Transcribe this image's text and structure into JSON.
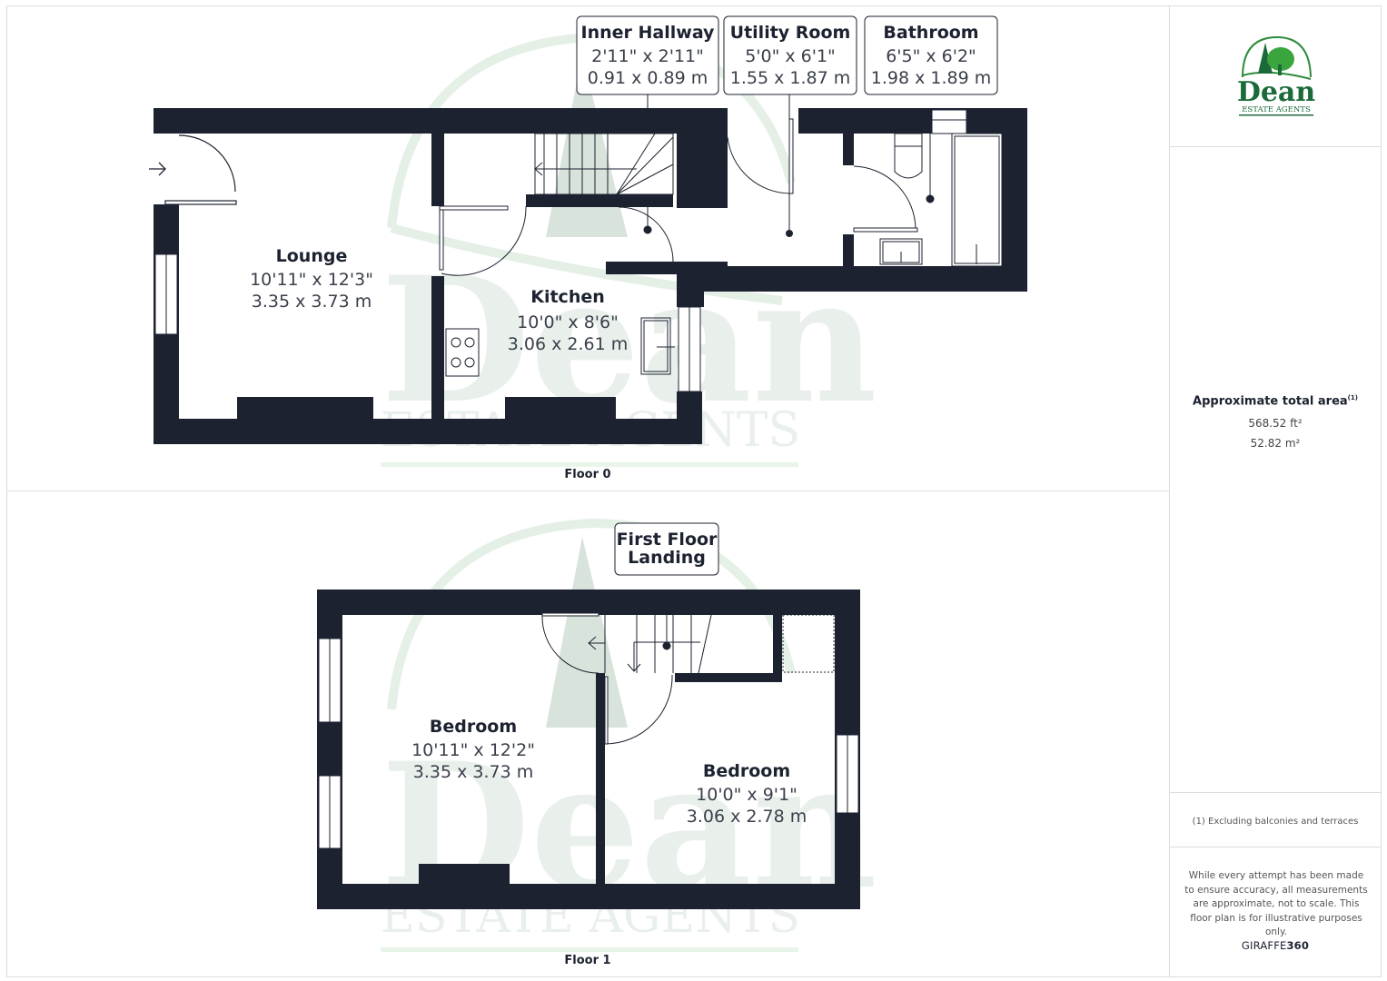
{
  "brand": {
    "name": "Dean",
    "tagline": "ESTATE AGENTS",
    "primary_color": "#1b6b3a",
    "accent_color": "#3aa53c",
    "watermark_color": "#cfe3d2"
  },
  "colors": {
    "wall": "#1c2230",
    "text": "#1c2230",
    "secondary_text": "#3a3f4a",
    "panel_border": "#dcdcdc"
  },
  "floors": [
    {
      "caption": "Floor 0",
      "rooms": [
        {
          "name": "Lounge",
          "imperial": "10'11\" x 12'3\"",
          "metric": "3.35 x 3.73 m"
        },
        {
          "name": "Kitchen",
          "imperial": "10'0\" x 8'6\"",
          "metric": "3.06 x 2.61 m"
        }
      ],
      "callouts": [
        {
          "name": "Inner Hallway",
          "imperial": "2'11\" x 2'11\"",
          "metric": "0.91 x 0.89 m"
        },
        {
          "name": "Utility Room",
          "imperial": "5'0\" x 6'1\"",
          "metric": "1.55 x 1.87 m"
        },
        {
          "name": "Bathroom",
          "imperial": "6'5\" x 6'2\"",
          "metric": "1.98 x 1.89 m"
        }
      ]
    },
    {
      "caption": "Floor 1",
      "rooms": [
        {
          "name": "Bedroom",
          "imperial": "10'11\" x 12'2\"",
          "metric": "3.35 x 3.73 m"
        },
        {
          "name": "Bedroom",
          "imperial": "10'0\" x 9'1\"",
          "metric": "3.06 x 2.78 m"
        }
      ],
      "callouts": [
        {
          "name_line1": "First Floor",
          "name_line2": "Landing"
        }
      ]
    }
  ],
  "summary": {
    "title": "Approximate total area",
    "footnote_marker": "(1)",
    "area_ft": "568.52 ft²",
    "area_m": "52.82 m²",
    "note": "(1) Excluding balconies and terraces",
    "disclaimer": "While every attempt has been made to ensure accuracy, all measurements are approximate, not to scale. This floor plan is for illustrative purposes only.",
    "provider_light": "GIRAFFE",
    "provider_bold": "360"
  },
  "icons": {
    "entrance": "entrance-arrow-icon",
    "hob": "hob-icon",
    "sink": "sink-icon",
    "toilet": "toilet-icon",
    "bath": "bath-icon",
    "stairs": "stairs-icon",
    "logo": "dean-tree-logo-icon"
  }
}
